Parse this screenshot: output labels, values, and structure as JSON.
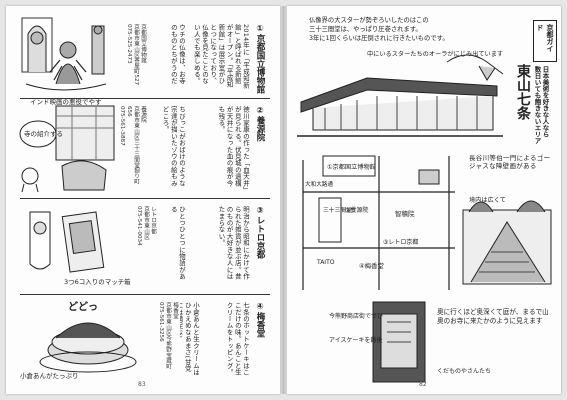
{
  "left_page": {
    "page_number": "83",
    "illustration_caption": "インド映画の悪役でやす",
    "sections": [
      {
        "number": "①",
        "name": "京都国立博物館",
        "body": [
          "2014年に「平成知新館」と",
          "呼ばれる新館がオープン。",
          "「平成知新館」は展示室が",
          "ひとつになっており、",
          "仏像を見たことのない",
          "人でも楽しめる。"
        ],
        "info": [
          "京都国立博物館",
          "京都市東山区茶屋町527",
          "075-525-2473"
        ],
        "side_note": "ウチの仏像は、お寺のものとちがうのだ"
      },
      {
        "number": "②",
        "name": "養源院",
        "body": [
          "徳川家康の作った",
          "「血天井」が見られる。",
          "伏見城の遺構が",
          "天井になった血の痕",
          "が今も残る。"
        ],
        "info": [
          "養源院",
          "京都市東山区三十三間堂廻り町656",
          "075-561-3887"
        ],
        "bubble": "寺の紹介する",
        "side_note": "ちびっこがおばけのような",
        "art_caption": "宗達が描いたゾウの絵もみどころ。"
      },
      {
        "number": "③",
        "name": "レトロ京都",
        "body": [
          "明治から昭和にかけて",
          "作られた雑貨が",
          "並ぶ店。",
          "昔のものが大好きな",
          "人にはたまらない。"
        ],
        "info": [
          "レトロ京都",
          "京都市東山区",
          "075-541-0034"
        ],
        "side_note": "ひとつひとつに物語がある",
        "art_caption": "3つ6コ入りのマッチ箱"
      },
      {
        "number": "④",
        "name": "梅香堂",
        "body": [
          "七条のホットケーキ",
          "はここだけの味。",
          "あんこと生クリーム",
          "をトッピング。"
        ],
        "info": [
          "梅香堂",
          "京都市東山区今熊野宝蔵町",
          "075-561-3256"
        ],
        "art_caption": "小倉あんがたっぷり",
        "extra_note": "小倉あんと生クリームはひかえめなあまさ(甘党には満足な)"
      }
    ],
    "ellipsis_word": "どどっ"
  },
  "right_page": {
    "page_number": "82",
    "intro_lines": [
      "仏像界の大スターが勢ぞろいしたのはこの",
      "三十三間堂は、やっぱり圧巻されます。",
      "3年に1回くらいは圧倒されに行きたいものです。"
    ],
    "logo_label": "京都ガイド",
    "title": "東山七条",
    "subtitle_lines": [
      "日本美術を好きな人なら",
      "数日いても飽きないエリア"
    ],
    "illustration_note": "中にいるスターたちのオーラがにじみ出ています",
    "map_labels": {
      "museum": "①京都国立博物館",
      "sanjusangendo": "三十三間堂",
      "yogenin": "②養源院",
      "chishakuin": "智積院",
      "omiya": "大和大路通",
      "retro": "③レトロ京都",
      "baikodo": "④梅香堂",
      "taito": "TAITO"
    },
    "note_top_right": "長谷川等伯一門によるゴージャスな障壁画がある",
    "note_gardens": "境内は広くて",
    "note_pond": "奥に行くほど奥深くて庭が、まるで山奥のお寺に来たかのように見えます",
    "note_cafe": "今熊野商店街でぜひ",
    "note_cafe_cake": "アイスケーキを飯後",
    "note_small": "くだものやさんたち"
  }
}
